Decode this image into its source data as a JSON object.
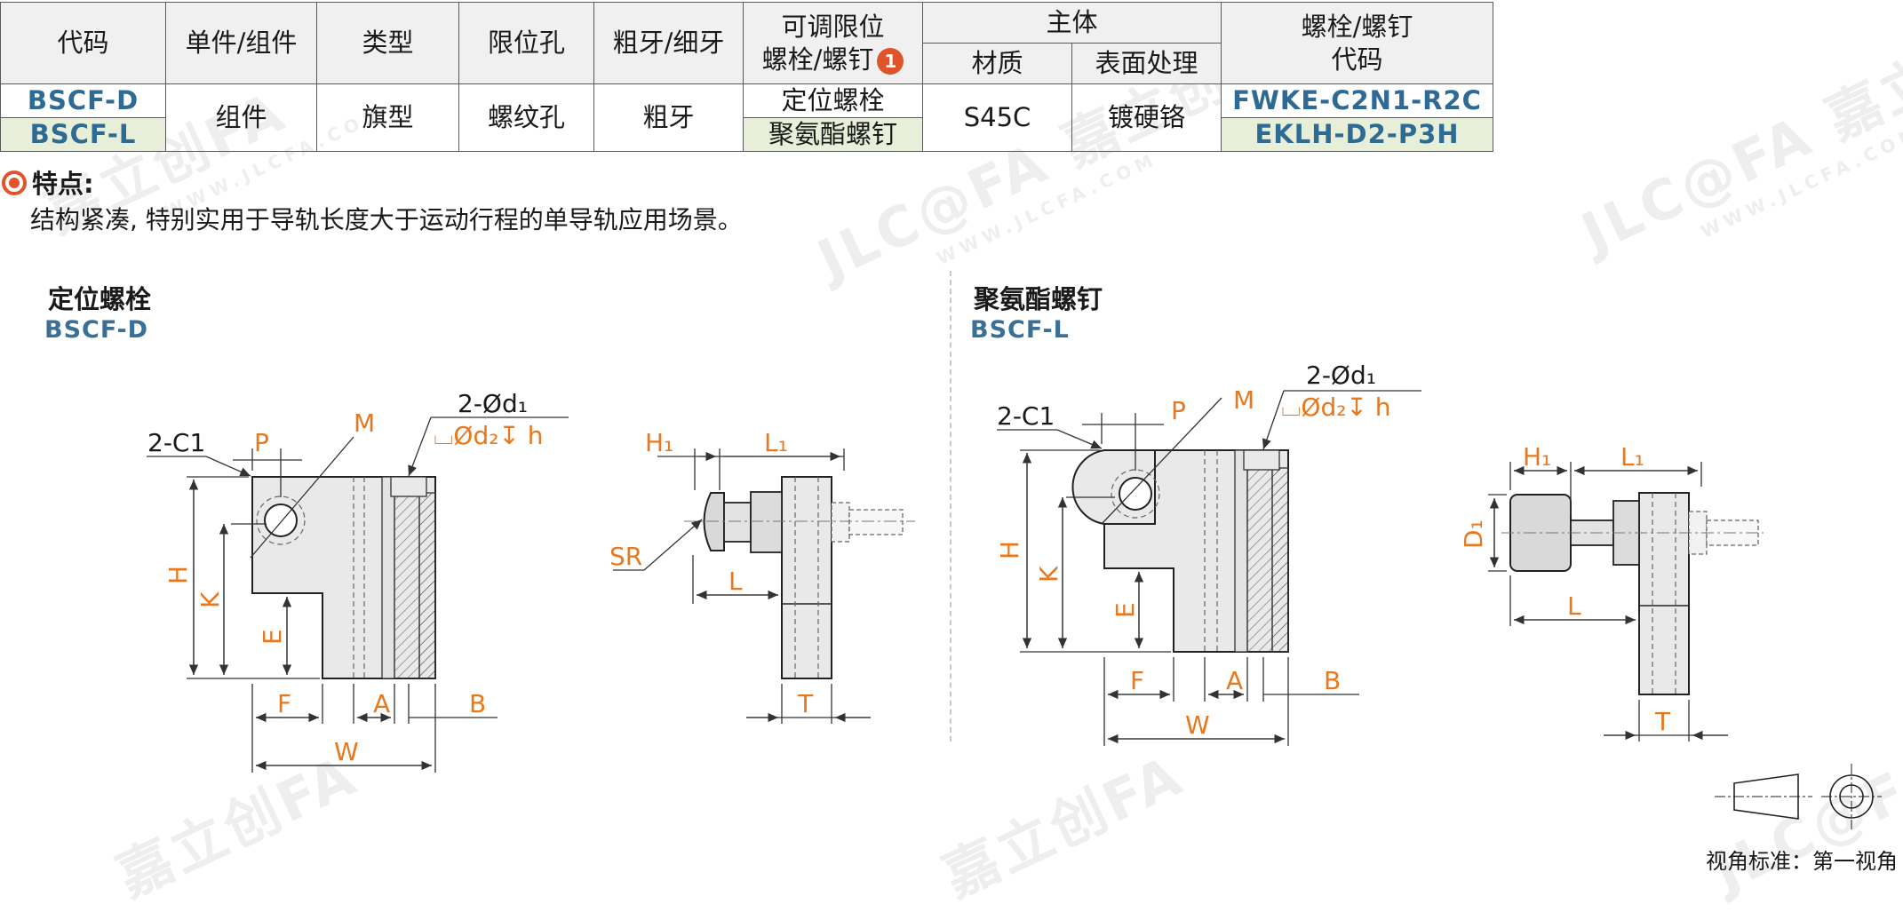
{
  "table": {
    "headers": {
      "code": "代码",
      "single_assembly": "单件/组件",
      "type": "类型",
      "limit_hole": "限位孔",
      "thread": "粗牙/细牙",
      "adjustable_line1": "可调限位",
      "adjustable_line2": "螺栓/螺钉",
      "adjustable_badge": "1",
      "body": "主体",
      "material": "材质",
      "surface": "表面处理",
      "bolt_code_line1": "螺栓/螺钉",
      "bolt_code_line2": "代码"
    },
    "rows": [
      {
        "code": "BSCF-D",
        "bolt": "定位螺栓",
        "bolt_code": "FWKE-C2N1-R2C"
      },
      {
        "code": "BSCF-L",
        "bolt": "聚氨酯螺钉",
        "bolt_code": "EKLH-D2-P3H"
      }
    ],
    "shared": {
      "single_assembly": "组件",
      "type": "旗型",
      "limit_hole": "螺纹孔",
      "thread": "粗牙",
      "material": "S45C",
      "surface": "镀硬铬"
    },
    "colors": {
      "code_text": "#2e6a93",
      "row_tint": "#e7efd8",
      "header_bg": "#f0f0f0",
      "badge": "#e0542b"
    }
  },
  "features": {
    "title": "特点:",
    "text": "结构紧凑, 特别实用于导轨长度大于运动行程的单导轨应用场景。"
  },
  "sections": {
    "left": {
      "title": "定位螺栓",
      "code": "BSCF-D"
    },
    "right": {
      "title": "聚氨酯螺钉",
      "code": "BSCF-L"
    }
  },
  "dims": {
    "C1": "2-C1",
    "P": "P",
    "M": "M",
    "d1": "2-Ød₁",
    "d2h": "⌴Ød₂↧ h",
    "H": "H",
    "K": "K",
    "E": "E",
    "F": "F",
    "A": "A",
    "B": "B",
    "W": "W",
    "H1": "H₁",
    "L1": "L₁",
    "SR": "SR",
    "L": "L",
    "T": "T",
    "D1": "D₁"
  },
  "footer": {
    "view_standard": "视角标准：第一视角"
  },
  "watermark": {
    "brand": "JLC@FA 嘉立创FA",
    "url": "WWW.JLCFA.COM"
  },
  "colors": {
    "dimension": "#e8781e",
    "accent": "#e0542b"
  }
}
